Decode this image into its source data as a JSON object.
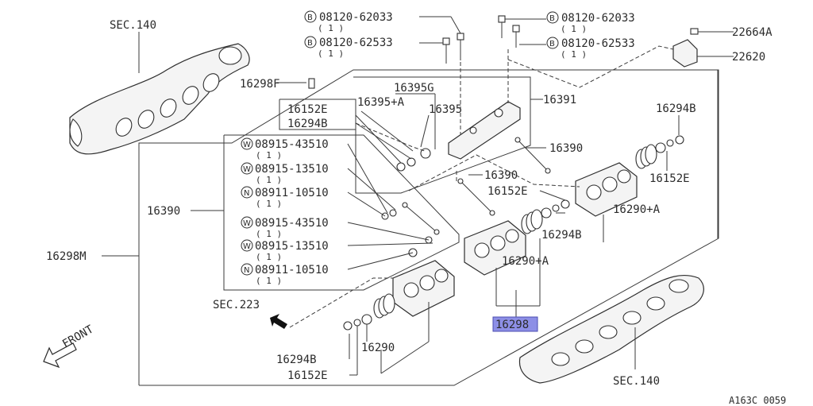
{
  "callouts": {
    "sec140_top": "SEC.140",
    "sec140_bottom": "SEC.140",
    "sec223": "SEC.223",
    "front": "FRONT",
    "p16298F": "16298F",
    "p16298M": "16298M",
    "p16298": "16298",
    "p16391": "16391",
    "p16395G": "16395G",
    "p16395A": "16395+A",
    "p16395": "16395",
    "p16152E_a": "16152E",
    "p16294B_a": "16294B",
    "p16390_right": "16390",
    "p16390_mid": "16390",
    "p16390_left": "16390",
    "p16152E_mid": "16152E",
    "p16294B_mid": "16294B",
    "p16290A_mid": "16290+A",
    "p16290A_right": "16290+A",
    "p16294B_right": "16294B",
    "p16152E_right": "16152E",
    "p16294B_bottom": "16294B",
    "p16152E_bottom": "16152E",
    "p16290": "16290",
    "p22664A": "22664A",
    "p22620": "22620",
    "drawing_id": "A163C 0059"
  },
  "bolts": [
    {
      "prefix": "B",
      "number": "08120-62033",
      "qty": "( 1 )"
    },
    {
      "prefix": "B",
      "number": "08120-62533",
      "qty": "( 1 )"
    },
    {
      "prefix": "B",
      "number": "08120-62033",
      "qty": "( 1 )"
    },
    {
      "prefix": "B",
      "number": "08120-62533",
      "qty": "( 1 )"
    }
  ],
  "washers": [
    {
      "prefix": "W",
      "number": "08915-43510",
      "qty": "( 1 )"
    },
    {
      "prefix": "W",
      "number": "08915-13510",
      "qty": "( 1 )"
    },
    {
      "prefix": "N",
      "number": "08911-10510",
      "qty": "( 1 )"
    },
    {
      "prefix": "W",
      "number": "08915-43510",
      "qty": "( 1 )"
    },
    {
      "prefix": "W",
      "number": "08915-13510",
      "qty": "( 1 )"
    },
    {
      "prefix": "N",
      "number": "08911-10510",
      "qty": "( 1 )"
    }
  ],
  "colors": {
    "highlight": "#8d8fe6",
    "line": "#3a3a3a"
  }
}
